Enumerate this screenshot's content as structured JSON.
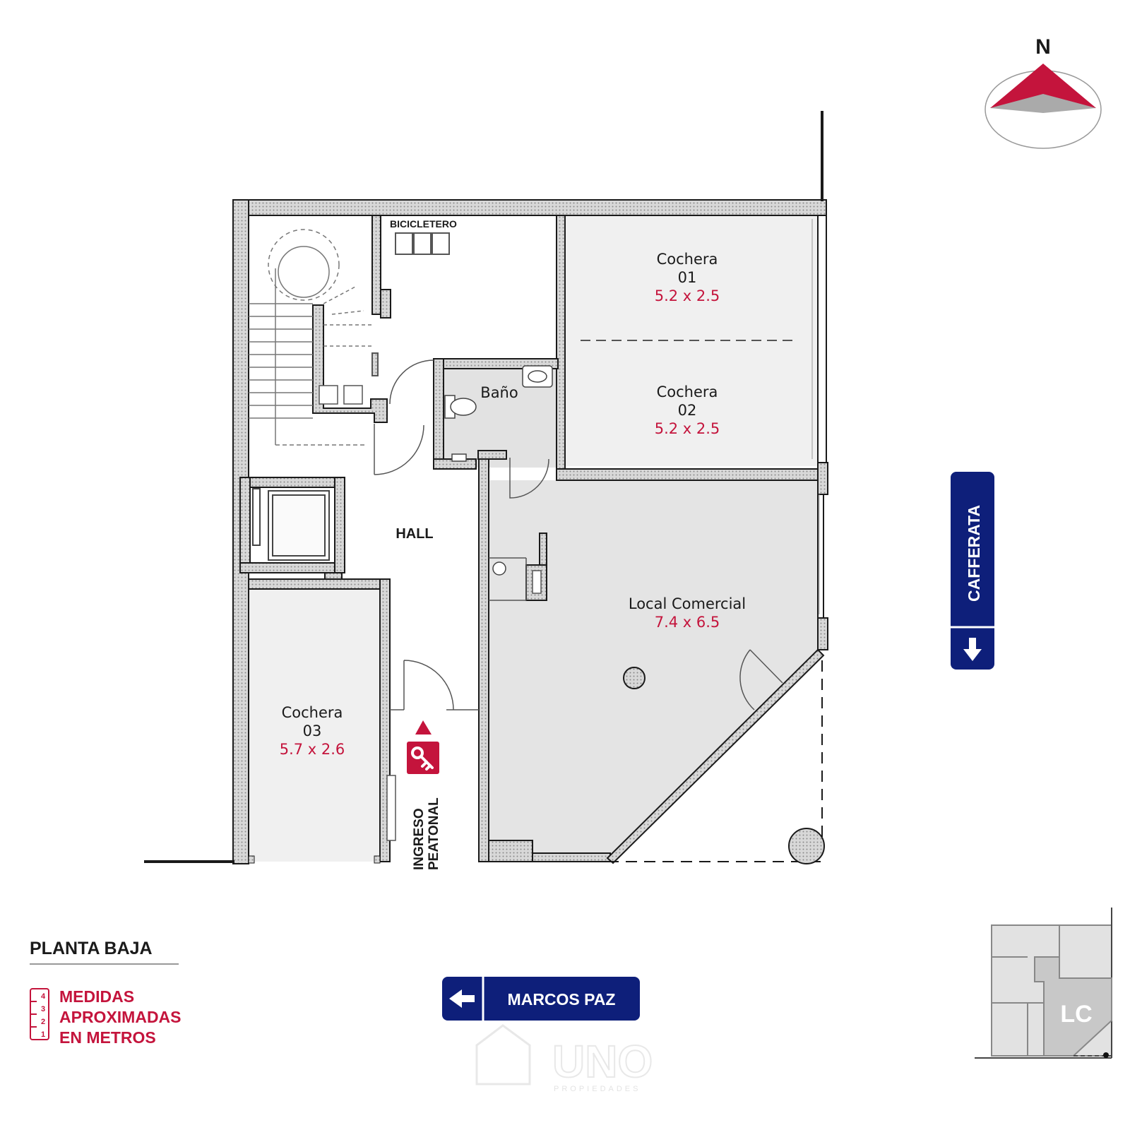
{
  "compass": {
    "label": "N",
    "arrow_color": "#c4143c"
  },
  "rooms": {
    "cochera_01": {
      "name": "Cochera",
      "number": "01",
      "dims": "5.2 x 2.5"
    },
    "cochera_02": {
      "name": "Cochera",
      "number": "02",
      "dims": "5.2 x 2.5"
    },
    "cochera_03": {
      "name": "Cochera",
      "number": "03",
      "dims": "5.7 x 2.6"
    },
    "bano": {
      "name": "Baño"
    },
    "hall": {
      "name": "HALL"
    },
    "local": {
      "name": "Local Comercial",
      "dims": "7.4 x 6.5"
    },
    "bicicletero": {
      "name": "BICICLETERO"
    }
  },
  "entrance": {
    "line1": "INGRESO",
    "line2": "PEATONAL",
    "key_icon": "key-icon"
  },
  "streets": {
    "east": {
      "name": "CAFFERATA",
      "arrow": "down-arrow"
    },
    "south": {
      "name": "MARCOS PAZ",
      "arrow": "left-arrow"
    },
    "color": "#0e1f7a"
  },
  "legend": {
    "title": "PLANTA BAJA",
    "note_lines": [
      "MEDIDAS",
      "APROXIMADAS",
      "EN METROS"
    ],
    "scale_ticks": [
      "4",
      "3",
      "2",
      "1"
    ]
  },
  "keyplan": {
    "label": "LC"
  },
  "watermark": {
    "main": "UNO",
    "sub": "PROPIEDADES"
  },
  "colors": {
    "accent": "#c4143c",
    "room_fill": "#f0f0f0",
    "local_fill": "#e4e4e4",
    "wall": "#1a1a1a"
  }
}
